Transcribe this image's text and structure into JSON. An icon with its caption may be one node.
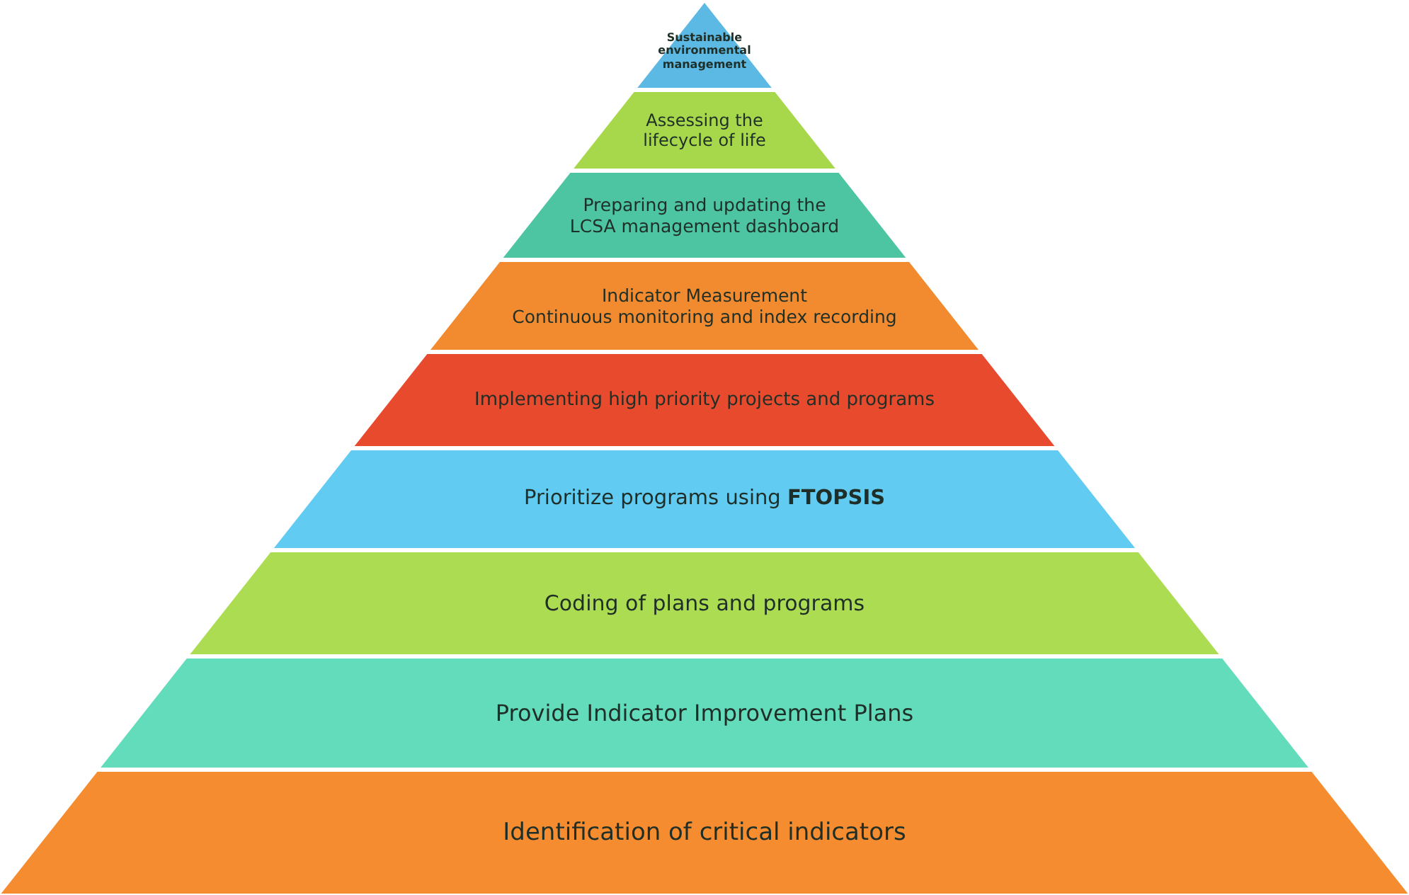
{
  "diagram": {
    "nodes": [
      {
        "text": [
          "Sustainable environmental management"
        ]
      },
      {
        "text": [
          "Assessing the lifecycle of life"
        ]
      },
      {
        "text": [
          "Preparing and updating the LCSA management dashboard"
        ]
      },
      {
        "text": [
          "Indicator Measurement",
          "Continuous monitoring and index recording"
        ]
      },
      {
        "text": [
          "Implementing high priority projects and programs"
        ]
      },
      {
        "text": [
          "Prioritize programs using **FTOPSIS**"
        ]
      },
      {
        "text": [
          "Coding of plans and programs"
        ]
      },
      {
        "text": [
          "Provide Indicator Improvement Plans"
        ]
      },
      {
        "text": [
          "Identification of critical indicators"
        ]
      }
    ]
  }
}
